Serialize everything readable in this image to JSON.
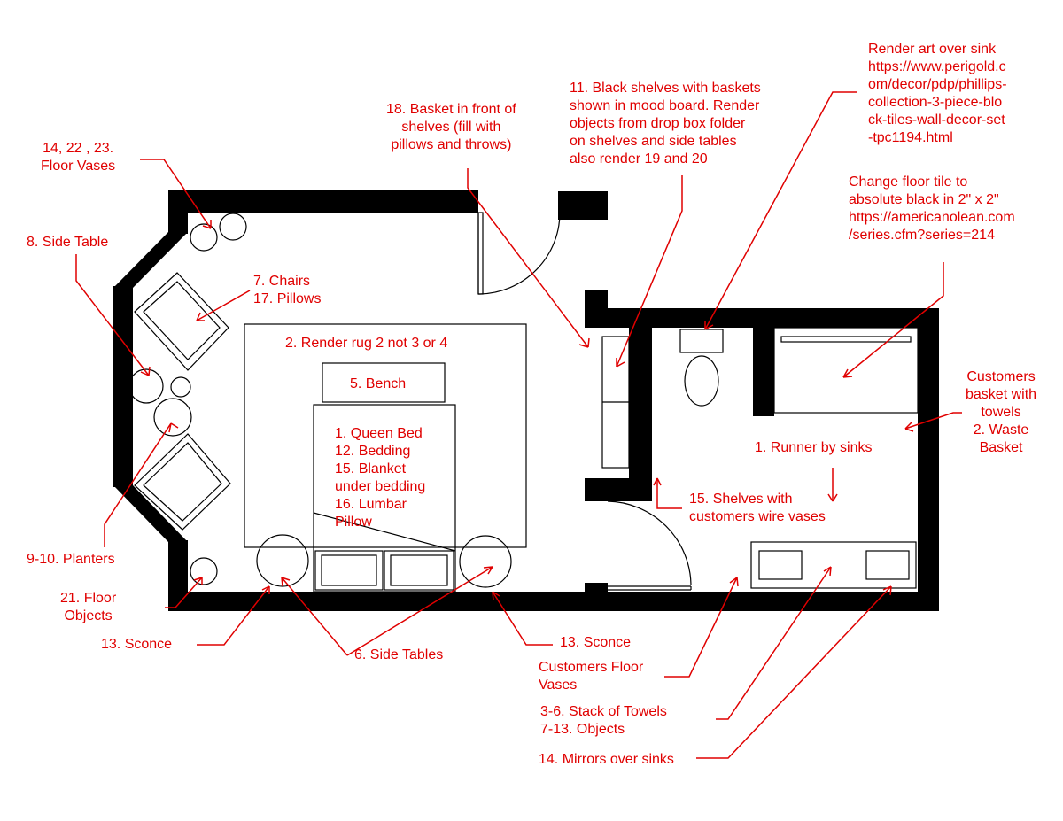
{
  "colors": {
    "wall": "#000000",
    "annotation": "#e00000",
    "background": "#ffffff"
  },
  "labels": {
    "floor_vases": "14, 22 , 23.\nFloor Vases",
    "side_table": "8. Side Table",
    "chairs_pillows": "7. Chairs\n17. Pillows",
    "planters": "9-10. Planters",
    "floor_objects": "21. Floor\nObjects",
    "sconce_left": "13. Sconce",
    "side_tables": "6. Side Tables",
    "sconce_right": "13. Sconce",
    "rug": "2. Render rug 2 not 3 or 4",
    "bench": "5. Bench",
    "bed_items": "1. Queen Bed\n12. Bedding\n15. Blanket\nunder bedding\n16. Lumbar\nPillow",
    "basket_shelves": "18. Basket in front of\nshelves (fill with\npillows and throws)",
    "black_shelves": "11. Black shelves with baskets\nshown in mood board. Render\nobjects from drop box folder\non shelves and side tables\nalso render 19 and 20",
    "render_art": "Render art over sink\nhttps://www.perigold.c\nom/decor/pdp/phillips-\ncollection-3-piece-blo\nck-tiles-wall-decor-set\n-tpc1194.html",
    "floor_tile": "Change floor tile to\nabsolute black in 2\" x 2\"\nhttps://americanolean.com\n/series.cfm?series=214",
    "customers_basket": "Customers\nbasket with\ntowels\n2. Waste\nBasket",
    "runner": "1. Runner by sinks",
    "wire_vases": "15. Shelves with\ncustomers wire vases",
    "customers_floor_vases": "Customers Floor\nVases",
    "towels_objects": "3-6. Stack of Towels\n7-13. Objects",
    "mirrors": "14. Mirrors over sinks"
  }
}
